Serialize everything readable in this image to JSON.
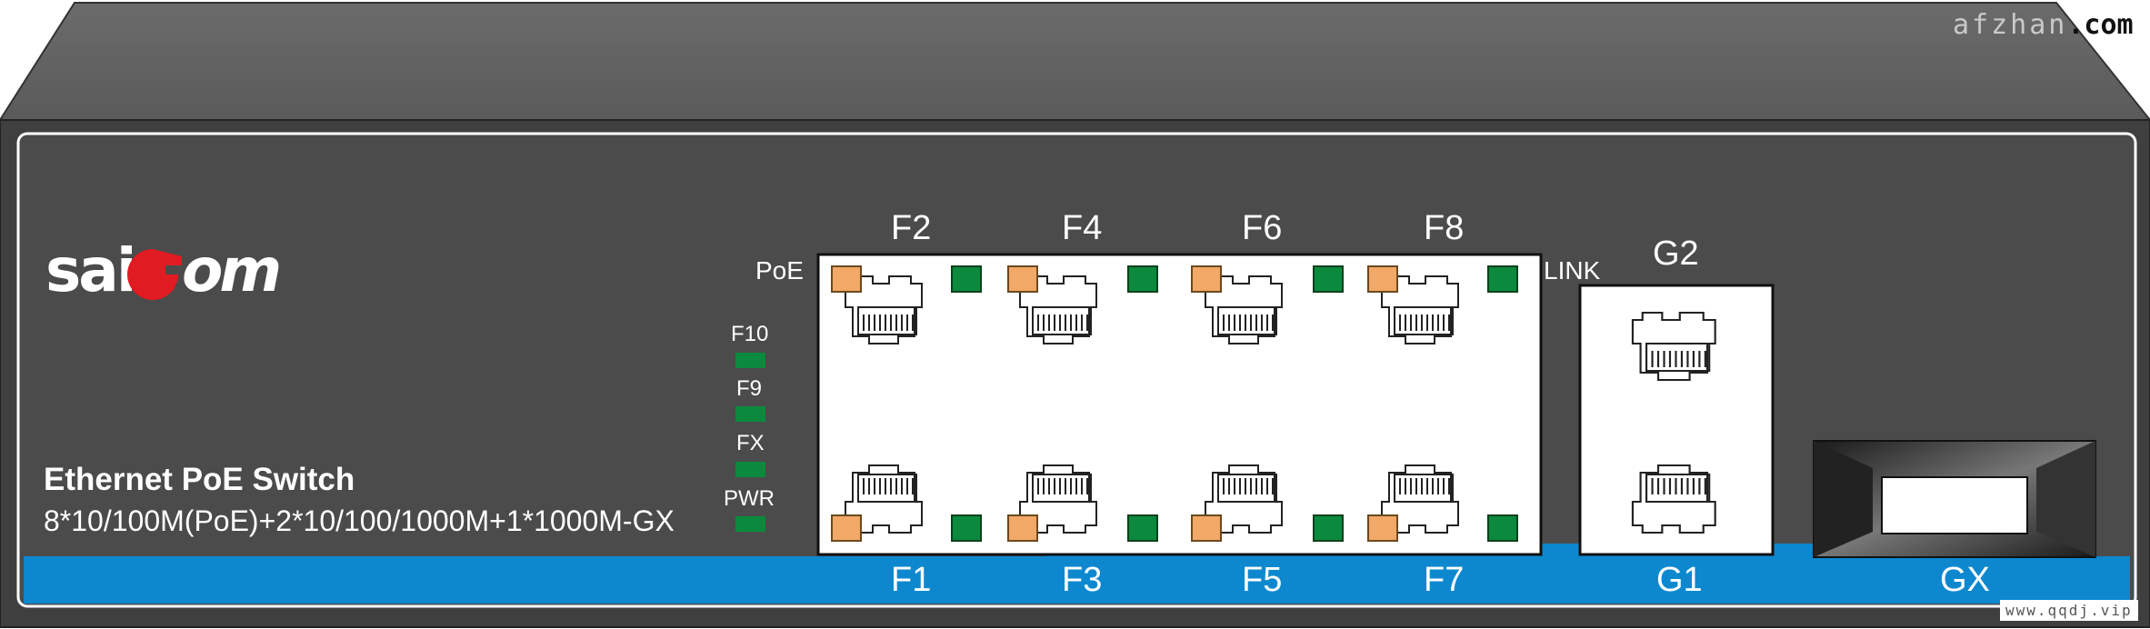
{
  "watermark": {
    "top_light": "afzhan",
    "top_dark": ".com",
    "bottom": "www.qqdj.vip"
  },
  "brand": {
    "logo_text": "saicom"
  },
  "device": {
    "title": "Ethernet PoE Switch",
    "spec": "8*10/100M(PoE)+2*10/100/1000M+1*1000M-GX"
  },
  "indicators": {
    "poe_label": "PoE",
    "link_label": "LINK",
    "status_leds": [
      "F10",
      "F9",
      "FX",
      "PWR"
    ]
  },
  "ports": {
    "top_row": [
      "F2",
      "F4",
      "F6",
      "F8"
    ],
    "bottom_row": [
      "F1",
      "F3",
      "F5",
      "F7"
    ],
    "gigabit_top": "G2",
    "gigabit_bottom": "G1",
    "fiber": "GX"
  },
  "colors": {
    "chassis_top": "#656565",
    "front_panel": "#4a4a4a",
    "stripe": "#0d88cf",
    "led_green": "#0b8a3e",
    "poe_led_orange": "#f2a867"
  }
}
